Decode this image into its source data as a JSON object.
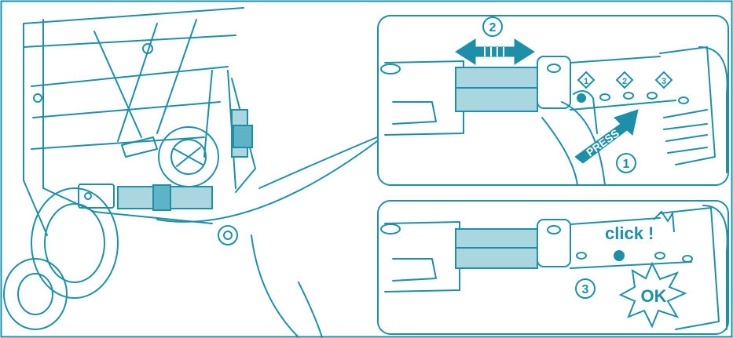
{
  "illustration": {
    "title": "",
    "colors": {
      "line": "#1e8fa8",
      "tube_fill": "#a9d6df",
      "badge_fill": "#ffffff",
      "white": "#ffffff"
    },
    "steps": {
      "step1": "1",
      "step2": "2",
      "step3": "3"
    },
    "positions": [
      "1",
      "2",
      "3"
    ],
    "press_label": "PRESS",
    "click_label": "click !",
    "ok_label": "OK"
  }
}
